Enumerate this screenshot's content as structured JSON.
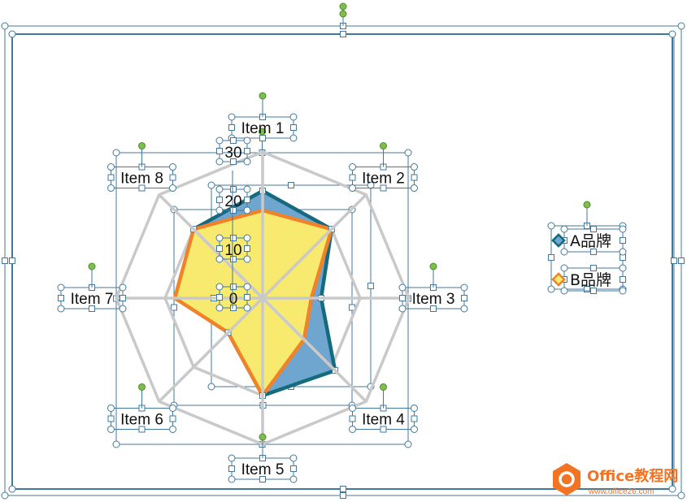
{
  "chart_data": {
    "type": "radar",
    "title": "",
    "categories": [
      "Item 1",
      "Item 2",
      "Item 3",
      "Item 4",
      "Item 5",
      "Item 6",
      "Item 7",
      "Item 8"
    ],
    "radial_ticks": [
      "0",
      "10",
      "20",
      "30"
    ],
    "rlim": [
      0,
      30
    ],
    "grid": true,
    "legend_position": "right",
    "series": [
      {
        "name": "A品牌",
        "values": [
          22,
          20,
          12,
          21,
          20,
          10,
          10,
          20
        ]
      },
      {
        "name": "B品牌",
        "values": [
          18,
          20,
          10,
          12,
          20,
          10,
          18,
          20
        ]
      }
    ],
    "colors": {
      "seriesA_fill": "#6ea6cf",
      "seriesA_line": "#156a7e",
      "seriesB_fill": "#f8ea6e",
      "seriesB_line": "#f0822a",
      "grid": "#c9c9c9",
      "selection": "#41799e",
      "handle_green": "#7cbf4c"
    }
  },
  "watermark": {
    "brand": "Office教程网",
    "url": "www.office26.com",
    "icon": "office-logo-icon",
    "brand_color": "#f27321"
  }
}
